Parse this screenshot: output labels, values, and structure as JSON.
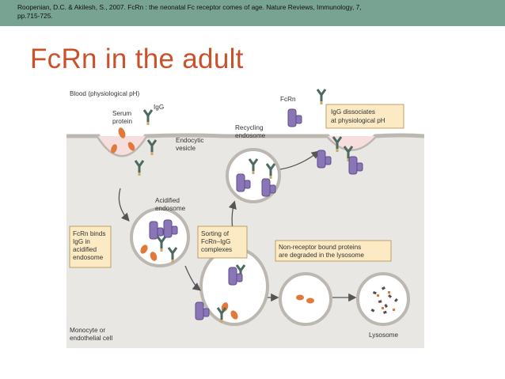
{
  "citation": "Roopenian, D.C. & Akilesh, S., 2007. FcRn : the neonatal Fc receptor comes of age. Nature Reviews, Immunology, 7, pp.715-725.",
  "title": "FcRn in the adult",
  "labels": {
    "blood": "Blood (physiological pH)",
    "serum_1": "Serum",
    "serum_2": "protein",
    "igg": "IgG",
    "endocytic_1": "Endocytic",
    "endocytic_2": "vesicle",
    "recycling_1": "Recycling",
    "recycling_2": "endosome",
    "fcrn": "FcRn",
    "dissociates_1": "IgG dissociates",
    "dissociates_2": "at physiological pH",
    "acidified_1": "Acidified",
    "acidified_2": "endosome",
    "binds_1": "FcRn binds",
    "binds_2": "IgG in",
    "binds_3": "acidified",
    "binds_4": "endosome",
    "sorting_1": "Sorting of",
    "sorting_2": "FcRn–IgG",
    "sorting_3": "complexes",
    "degraded_1": "Non-receptor bound proteins",
    "degraded_2": "are degraded in the lysosome",
    "monocyte_1": "Monocyte or",
    "monocyte_2": "endothelial cell",
    "lysosome": "Lysosome"
  },
  "colors": {
    "header_bar": "#78a392",
    "title": "#c9522c",
    "cell": "#e9e7e3",
    "blood": "#ffffff",
    "fcrn": "#8a76b6",
    "igg": "#4c6a62",
    "igg_fc": "#c9a66b",
    "serum_protein": "#e07a3a",
    "callout": "#fbeac4",
    "vesicle": "#f7dede"
  }
}
